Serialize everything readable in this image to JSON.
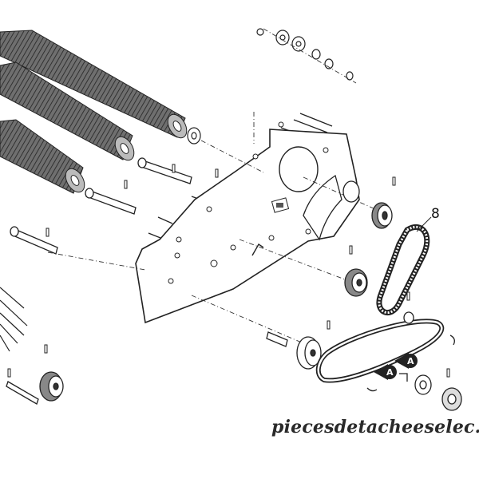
{
  "diagram": {
    "callout_label": "8",
    "markers": [
      "A",
      "A"
    ],
    "watermark": "piecesdetacheeselec.com"
  },
  "colors": {
    "line": "#222222",
    "fill": "#ffffff",
    "shade": "#9a9a9a",
    "dark": "#333333"
  }
}
